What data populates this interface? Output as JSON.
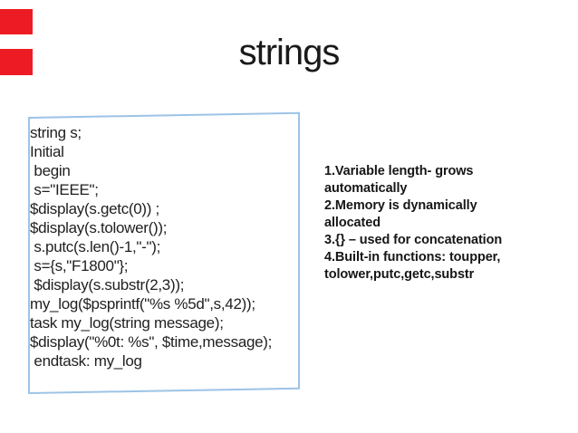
{
  "slide": {
    "title": "strings"
  },
  "code_box": {
    "lines": [
      "string s;",
      "Initial",
      " begin",
      " s=\"IEEE\";",
      "$display(s.getc(0)) ;",
      "$display(s.tolower());",
      " s.putc(s.len()-1,\"-\");",
      " s={s,\"F1800\"};",
      " $display(s.substr(2,3));",
      "my_log($psprintf(\"%s %5d\",s,42));",
      "task my_log(string message);",
      "$display(\"%0t: %s\", $time,message);",
      " endtask: my_log"
    ]
  },
  "notes": {
    "lines": [
      "1.Variable length- grows",
      "automatically",
      "2.Memory is dynamically",
      "allocated",
      "3.{} – used for concatenation",
      "4.Built-in functions: toupper,",
      "tolower,putc,getc,substr"
    ]
  },
  "colors": {
    "accent_red": "#ed1c24",
    "box_border_blue": "#9dc3e6",
    "title_text": "#1a1a1a",
    "code_text": "#1f1f1f",
    "notes_text": "#161616"
  }
}
